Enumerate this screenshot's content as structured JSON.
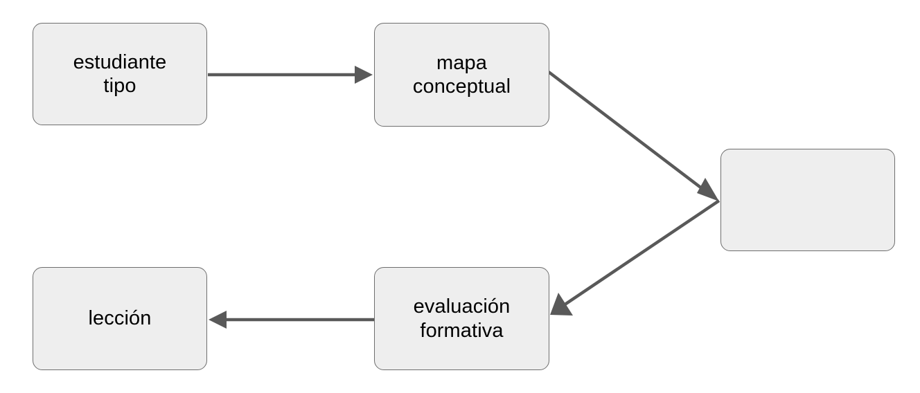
{
  "diagram": {
    "title": "",
    "background_color": "#ffffff",
    "node_fill_color": "#eeeeee",
    "node_border_color": "#6e6e6e",
    "edge_color": "#595959",
    "text_color": "#000000",
    "nodes": [
      {
        "id": "estudiante-tipo",
        "label": "estudiante\ntipo"
      },
      {
        "id": "mapa-conceptual",
        "label": "mapa\nconceptual"
      },
      {
        "id": "empty",
        "label": ""
      },
      {
        "id": "leccion",
        "label": "lección"
      },
      {
        "id": "evaluacion-formativa",
        "label": "evaluación\nformativa"
      }
    ],
    "edges": [
      {
        "id": "edge-estudiante-to-mapa",
        "from": "estudiante-tipo",
        "to": "mapa-conceptual",
        "label": ""
      },
      {
        "id": "edge-mapa-to-empty",
        "from": "mapa-conceptual",
        "to": "empty",
        "label": ""
      },
      {
        "id": "edge-empty-to-evaluacion",
        "from": "empty",
        "to": "evaluacion-formativa",
        "label": ""
      },
      {
        "id": "edge-evaluacion-to-leccion",
        "from": "evaluacion-formativa",
        "to": "leccion",
        "label": ""
      }
    ]
  }
}
